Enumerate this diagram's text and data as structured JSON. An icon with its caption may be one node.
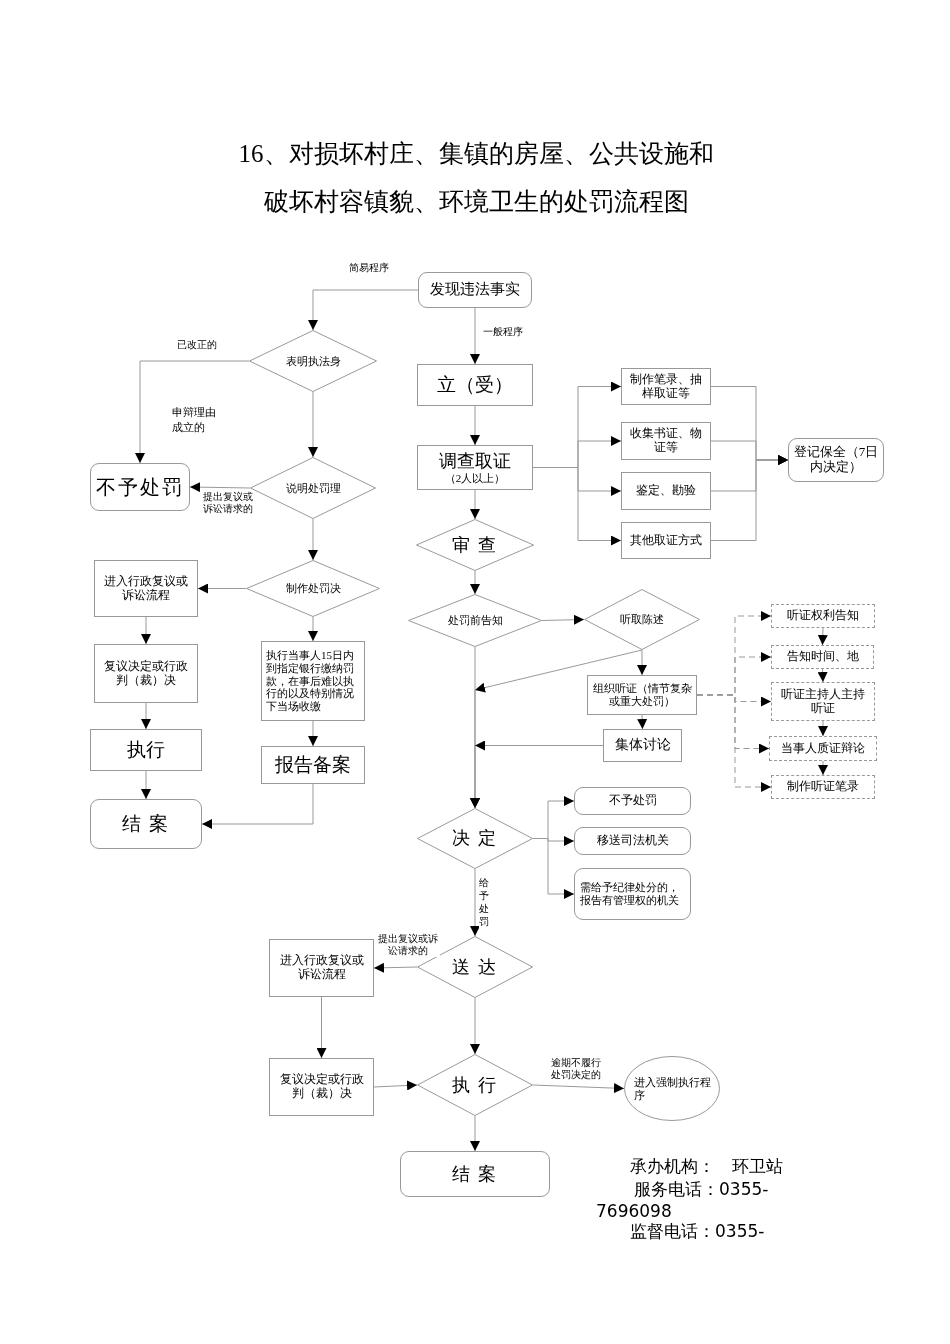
{
  "diagram": {
    "title": "16、对损坏村庄、集镇的房屋、公共设施和破坏村容镇貌、环境卫生的处罚流程图",
    "nodes": [
      {
        "text": [
          "发现违法事实"
        ]
      },
      {
        "text": [
          "表明执法身"
        ]
      },
      {
        "text": [
          "不予处罚"
        ]
      },
      {
        "text": [
          "说明处罚理"
        ]
      },
      {
        "text": [
          "制作处罚决"
        ]
      },
      {
        "text": [
          "进入行政复议或诉讼流程"
        ]
      },
      {
        "text": [
          "复议决定或行政判（裁）决"
        ]
      },
      {
        "text": [
          "执行"
        ]
      },
      {
        "text": [
          "结 案"
        ]
      },
      {
        "text": [
          "执行当事人15日内到指定银行缴纳罚款，在事后难以执行的以及特别情况下当场收缴"
        ]
      },
      {
        "text": [
          "报告备案"
        ]
      },
      {
        "text": [
          "立（受）"
        ]
      },
      {
        "text": [
          "调查取证",
          "（2人以上）"
        ]
      },
      {
        "text": [
          "审 查"
        ]
      },
      {
        "text": [
          "制作笔录、抽样取证等"
        ]
      },
      {
        "text": [
          "收集书证、物证等"
        ]
      },
      {
        "text": [
          "鉴定、勘验"
        ]
      },
      {
        "text": [
          "其他取证方式"
        ]
      },
      {
        "text": [
          "登记保全（7日内决定）"
        ]
      },
      {
        "text": [
          "处罚前告知"
        ]
      },
      {
        "text": [
          "听取陈述"
        ]
      },
      {
        "text": [
          "组织听证（情节复杂或重大处罚）"
        ]
      },
      {
        "text": [
          "集体讨论"
        ]
      },
      {
        "text": [
          "听证权利告知"
        ]
      },
      {
        "text": [
          "告知时间、地"
        ]
      },
      {
        "text": [
          "听证主持人主持听证"
        ]
      },
      {
        "text": [
          "当事人质证辩论"
        ]
      },
      {
        "text": [
          "制作听证笔录"
        ]
      },
      {
        "text": [
          "决 定"
        ]
      },
      {
        "text": [
          "不予处罚"
        ]
      },
      {
        "text": [
          "移送司法机关"
        ]
      },
      {
        "text": [
          "需给予纪律处分的，报告有管理权的机关"
        ]
      },
      {
        "text": [
          "送 达"
        ]
      },
      {
        "text": [
          "进入行政复议或诉讼流程"
        ]
      },
      {
        "text": [
          "复议决定或行政判（裁）决"
        ]
      },
      {
        "text": [
          "执 行"
        ]
      },
      {
        "text": [
          "进入强制执行程序"
        ]
      },
      {
        "text": [
          "结 案"
        ]
      }
    ],
    "edges": [
      {
        "from": 0,
        "to": 1,
        "arrow": "to",
        "label": "简易程序"
      },
      {
        "from": 0,
        "to": 11,
        "arrow": "to",
        "label": "一般程序"
      },
      {
        "from": 1,
        "to": 2,
        "arrow": "to",
        "label": "已改正的"
      },
      {
        "from": 1,
        "to": 3,
        "arrow": "to"
      },
      {
        "from": 3,
        "to": 2,
        "arrow": "to",
        "label": "提出复议或诉讼请求的"
      },
      {
        "from": 3,
        "to": 4,
        "arrow": "to"
      },
      {
        "from": 4,
        "to": 5,
        "arrow": "to"
      },
      {
        "from": 4,
        "to": 9,
        "arrow": "to"
      },
      {
        "from": 5,
        "to": 6,
        "arrow": "to"
      },
      {
        "from": 6,
        "to": 7,
        "arrow": "to"
      },
      {
        "from": 7,
        "to": 8,
        "arrow": "to"
      },
      {
        "from": 9,
        "to": 10,
        "arrow": "to"
      },
      {
        "from": 10,
        "to": 8,
        "arrow": "to"
      },
      {
        "from": 11,
        "to": 12,
        "arrow": "to"
      },
      {
        "from": 12,
        "to": 13,
        "arrow": "to"
      },
      {
        "from": 12,
        "to": 14,
        "arrow": "to"
      },
      {
        "from": 12,
        "to": 15,
        "arrow": "to"
      },
      {
        "from": 12,
        "to": 16,
        "arrow": "to"
      },
      {
        "from": 12,
        "to": 17,
        "arrow": "to"
      },
      {
        "from": 14,
        "to": 18,
        "arrow": "to"
      },
      {
        "from": 15,
        "to": 18,
        "arrow": "to"
      },
      {
        "from": 16,
        "to": 18,
        "arrow": "to"
      },
      {
        "from": 17,
        "to": 18,
        "arrow": "to"
      },
      {
        "from": 13,
        "to": 19,
        "arrow": "to"
      },
      {
        "from": 19,
        "to": 20,
        "arrow": "to"
      },
      {
        "from": 20,
        "to": 21,
        "arrow": "to"
      },
      {
        "from": 20,
        "to": 28,
        "arrow": "to"
      },
      {
        "from": 19,
        "to": 28,
        "arrow": "to"
      },
      {
        "from": 21,
        "to": 22,
        "arrow": "to"
      },
      {
        "from": 22,
        "to": 28,
        "arrow": "to"
      },
      {
        "from": 21,
        "to": 23,
        "arrow": "to",
        "style": "dashed"
      },
      {
        "from": 21,
        "to": 24,
        "arrow": "to",
        "style": "dashed"
      },
      {
        "from": 21,
        "to": 25,
        "arrow": "to",
        "style": "dashed"
      },
      {
        "from": 21,
        "to": 26,
        "arrow": "to",
        "style": "dashed"
      },
      {
        "from": 21,
        "to": 27,
        "arrow": "to",
        "style": "dashed"
      },
      {
        "from": 23,
        "to": 24,
        "arrow": "to"
      },
      {
        "from": 24,
        "to": 25,
        "arrow": "to"
      },
      {
        "from": 25,
        "to": 26,
        "arrow": "to"
      },
      {
        "from": 26,
        "to": 27,
        "arrow": "to"
      },
      {
        "from": 28,
        "to": 29,
        "arrow": "to"
      },
      {
        "from": 28,
        "to": 30,
        "arrow": "to"
      },
      {
        "from": 28,
        "to": 31,
        "arrow": "to"
      },
      {
        "from": 28,
        "to": 32,
        "arrow": "to",
        "label": "给予处罚"
      },
      {
        "from": 32,
        "to": 33,
        "arrow": "to",
        "label": "提出复议或诉讼请求的"
      },
      {
        "from": 32,
        "to": 35,
        "arrow": "to"
      },
      {
        "from": 33,
        "to": 34,
        "arrow": "to"
      },
      {
        "from": 34,
        "to": 35,
        "arrow": "to"
      },
      {
        "from": 35,
        "to": 36,
        "arrow": "to",
        "label": "逾期不履行处罚决定的"
      },
      {
        "from": 35,
        "to": 37,
        "arrow": "to"
      }
    ],
    "labels": [
      "申辩理由成立的",
      "承办机构：　环卫站",
      "服务电话：0355-7696098",
      "监督电话：0355-"
    ]
  }
}
